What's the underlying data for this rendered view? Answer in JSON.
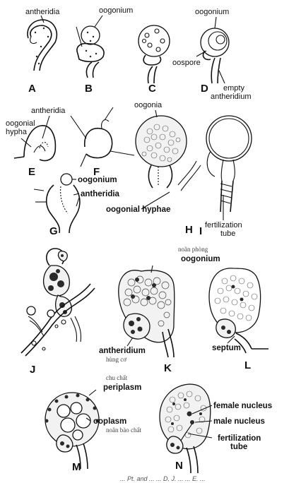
{
  "labels": {
    "antheridia_a": "antheridia",
    "oogonium_b": "oogonium",
    "oogonium_d": "oogonium",
    "oospore": "oospore",
    "empty_antheridium": "empty antheridium",
    "antheridia_e": "antheridia",
    "oogonial_hypha": "oogonial hypha",
    "oogonia": "oogonia",
    "oogonium_g": "oogonium",
    "antheridia_g": "antheridia",
    "oogonial_hyphae": "oogonial hyphae",
    "fertilization_tube_i": "fertilization tube",
    "oogonium_k": "oogonium",
    "antheridium_k": "antheridium",
    "septum": "septum",
    "periplasm": "periplasm",
    "ooplasm": "ooplasm",
    "female_nucleus": "female nucleus",
    "male_nucleus": "male nucleus",
    "fertilization_tube_n": "fertilization tube"
  },
  "viet": {
    "noan_phong": "noãn phòng",
    "hung_co": "hùng cơ",
    "chu_chat": "chu chất",
    "noan_bao_chat": "noãn bào chất"
  },
  "letters": [
    "A",
    "B",
    "C",
    "D",
    "E",
    "F",
    "G",
    "H",
    "I",
    "J",
    "K",
    "L",
    "M",
    "N"
  ],
  "caption": "... Pt. and ... ... D. J. ... ... E. ..."
}
